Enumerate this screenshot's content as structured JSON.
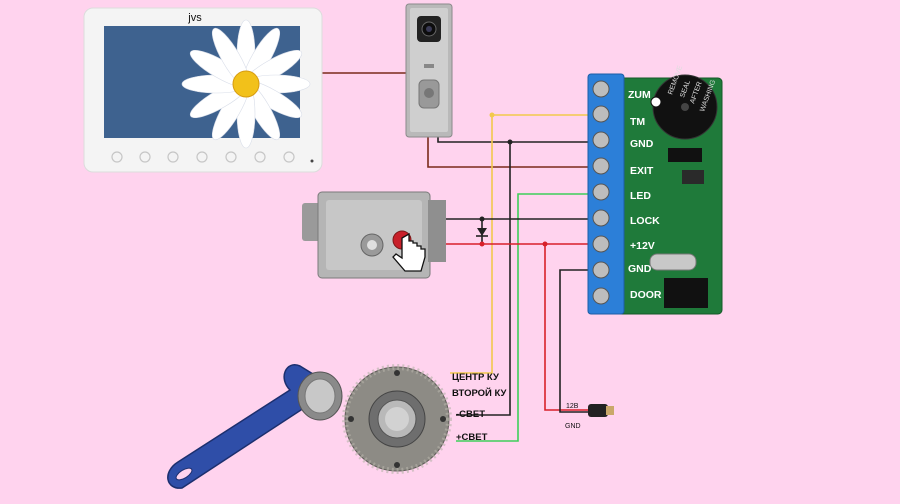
{
  "monitor": {
    "brand": "jvs"
  },
  "controller": {
    "terminals": [
      "ZUM",
      "TM",
      "GND",
      "EXIT",
      "LED",
      "LOCK",
      "+12V",
      "GND",
      "DOOR"
    ],
    "buzzer_text": [
      "REMOVE",
      "SEAL",
      "AFTER",
      "WASHING"
    ]
  },
  "reader": {
    "labels": [
      "ЦЕНТР КУ",
      "ВТОРОЙ КУ",
      "-СВЕТ",
      "+СВЕТ"
    ]
  },
  "power": {
    "plus_label": "12В",
    "gnd_label": "GND"
  },
  "colors": {
    "background": "#ffd3ee",
    "wire_brown": "#7a2a1a",
    "wire_black": "#222222",
    "wire_yellow": "#f2c94c",
    "wire_green": "#3ecf5a",
    "wire_red": "#d8202a",
    "board": "#1f7a3a",
    "terminal": "#2c7fd8"
  }
}
